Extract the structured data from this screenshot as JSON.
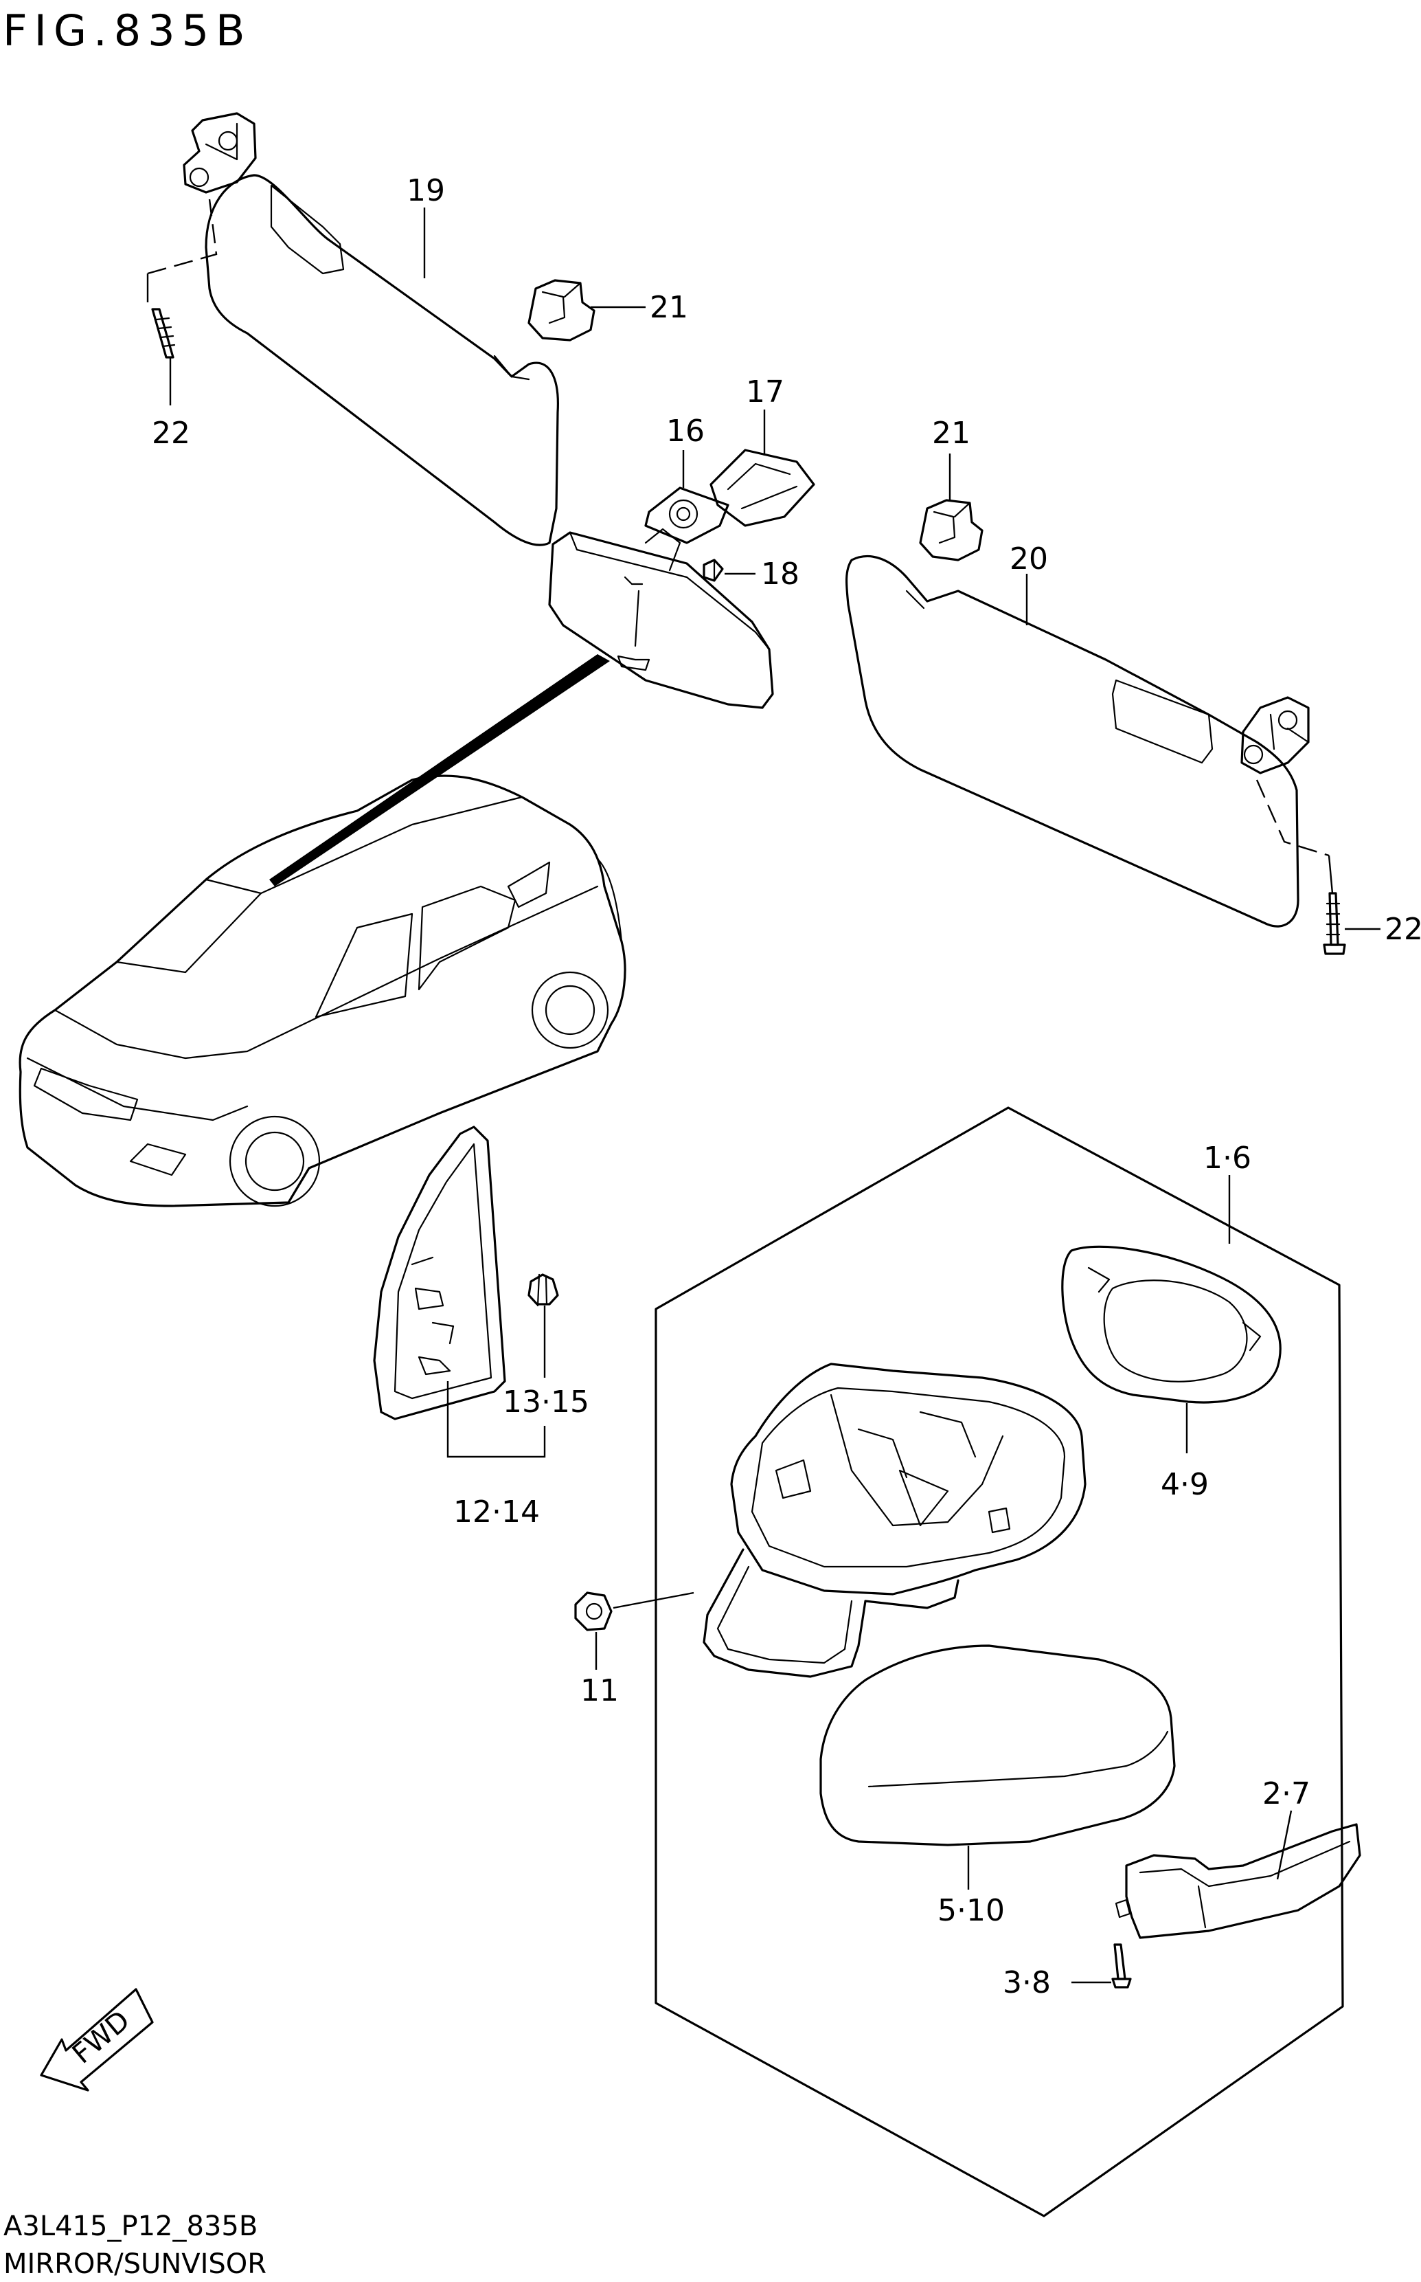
{
  "figure": {
    "title": "FIG.835B",
    "drawing_code": "A3L415_P12_835B",
    "section_name": "MIRROR/SUNVISOR"
  },
  "fwd_label": "FWD",
  "callouts": {
    "c19": "19",
    "c21a": "21",
    "c22a": "22",
    "c17": "17",
    "c16": "16",
    "c18": "18",
    "c21b": "21",
    "c20": "20",
    "c22b": "22",
    "c1_6": "1·6",
    "c4_9": "4·9",
    "c13_15": "13·15",
    "c12_14": "12·14",
    "c11": "11",
    "c2_7": "2·7",
    "c5_10": "5·10",
    "c3_8": "3·8"
  }
}
